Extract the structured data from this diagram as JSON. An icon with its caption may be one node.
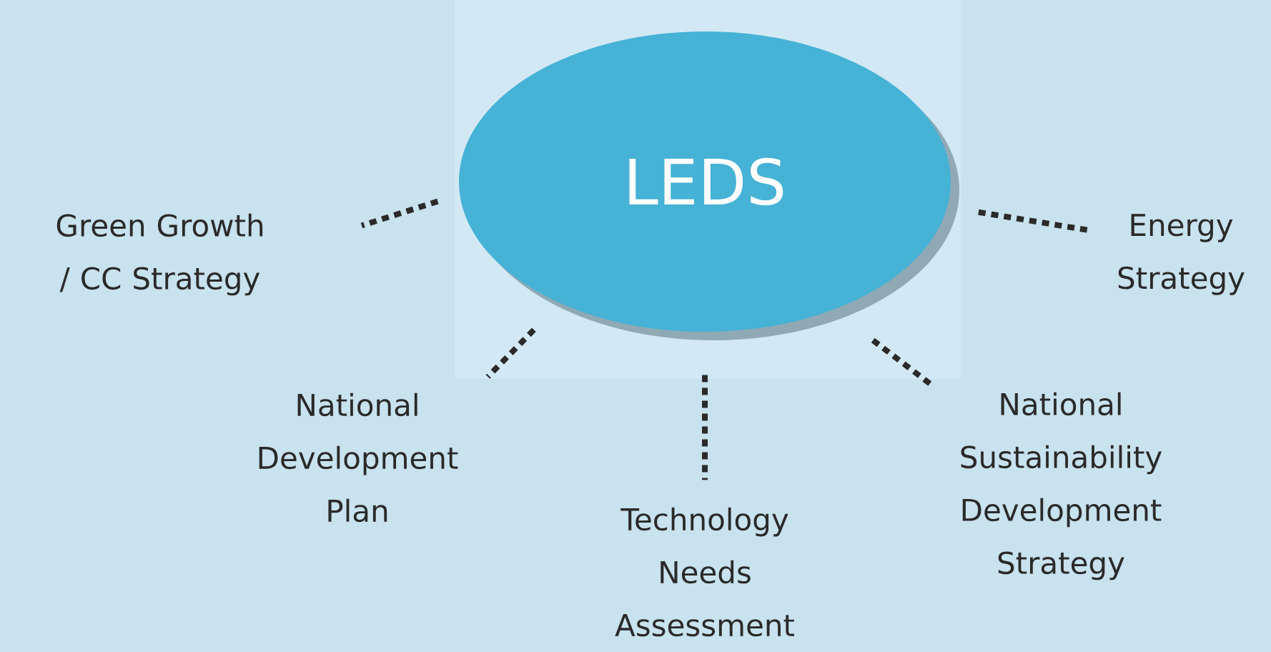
{
  "diagram": {
    "nodes": [
      {
        "text": [
          "LEDS"
        ]
      },
      {
        "text": [
          "Green Growth / CC Strategy"
        ]
      },
      {
        "text": [
          "Energy Strategy"
        ]
      },
      {
        "text": [
          "National Development Plan"
        ]
      },
      {
        "text": [
          "Technology Needs Assessment"
        ]
      },
      {
        "text": [
          "National Sustainability Development Strategy"
        ]
      }
    ],
    "edges": [
      {
        "from": 0,
        "to": 1,
        "arrow": "none",
        "style": "dashed"
      },
      {
        "from": 0,
        "to": 2,
        "arrow": "none",
        "style": "dashed"
      },
      {
        "from": 0,
        "to": 3,
        "arrow": "none",
        "style": "dashed"
      },
      {
        "from": 0,
        "to": 4,
        "arrow": "none",
        "style": "dashed"
      },
      {
        "from": 0,
        "to": 5,
        "arrow": "none",
        "style": "dashed"
      }
    ]
  }
}
